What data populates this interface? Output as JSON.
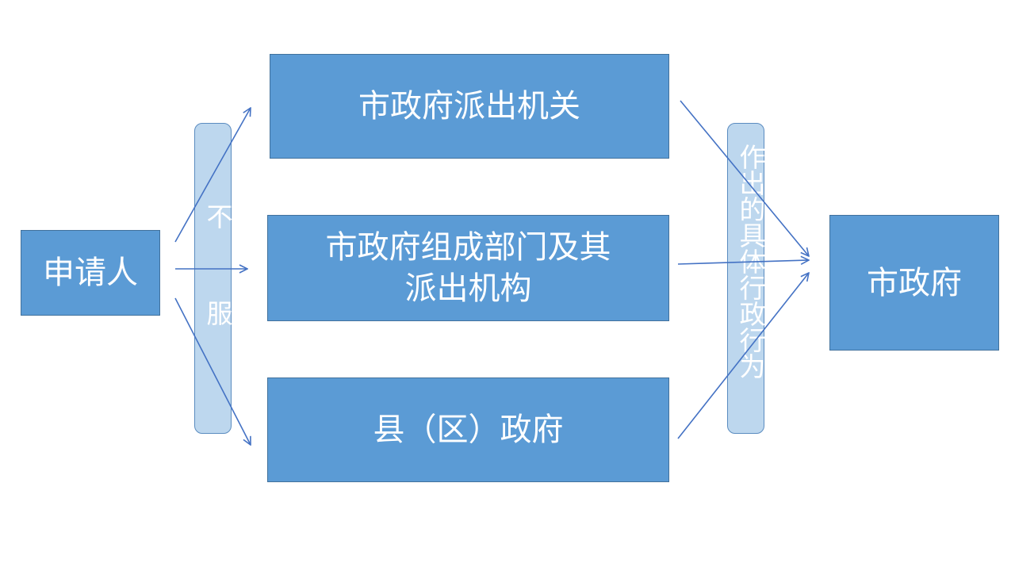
{
  "applicant": "申请人",
  "organs": {
    "dispatched": "市政府派出机关",
    "departments": "市政府组成部门及其\n派出机构",
    "county": "县（区）政府"
  },
  "not_satisfied": {
    "top": "不",
    "bottom": "服"
  },
  "action_label": "作出的具体行政行为",
  "city_gov": "市政府",
  "colors": {
    "box_fill": "#5b9bd5",
    "pill_fill": "#bdd7ee",
    "arrow": "#4472c4"
  }
}
